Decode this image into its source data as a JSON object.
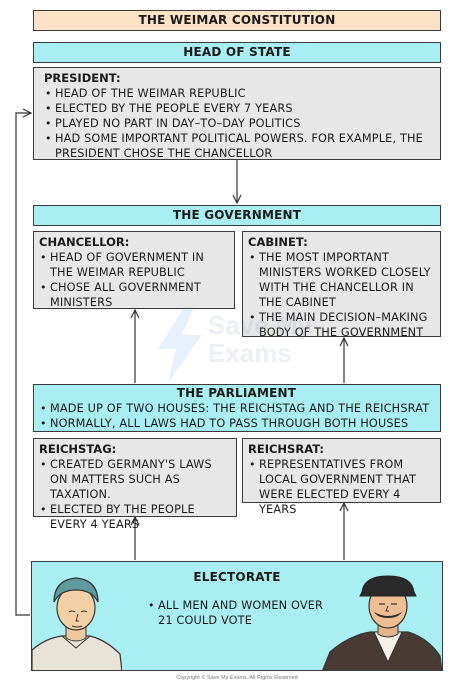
{
  "title": "THE WEIMAR CONSTITUTION",
  "head_of_state": {
    "header": "HEAD OF STATE",
    "president_label": "PRESIDENT:",
    "points": [
      "HEAD OF THE WEIMAR REPUBLIC",
      "ELECTED BY THE PEOPLE EVERY 7 YEARS",
      "PLAYED NO PART IN DAY–TO–DAY POLITICS",
      "HAD SOME IMPORTANT POLITICAL POWERS. FOR EXAMPLE, THE PRESIDENT CHOSE THE CHANCELLOR"
    ]
  },
  "government": {
    "header": "THE GOVERNMENT",
    "chancellor": {
      "label": "CHANCELLOR:",
      "points": [
        "HEAD OF GOVERNMENT IN THE WEIMAR REPUBLIC",
        "CHOSE ALL GOVERNMENT MINISTERS"
      ]
    },
    "cabinet": {
      "label": "CABINET:",
      "points": [
        "THE MOST IMPORTANT MINISTERS WORKED CLOSELY WITH THE CHANCELLOR IN THE CABINET",
        "THE MAIN DECISION–MAKING BODY OF THE GOVERNMENT"
      ]
    }
  },
  "parliament": {
    "header": "THE PARLIAMENT",
    "points": [
      "MADE UP OF TWO HOUSES: THE REICHSTAG AND THE REICHSRAT",
      "NORMALLY, ALL LAWS HAD TO PASS THROUGH BOTH HOUSES"
    ],
    "reichstag": {
      "label": "REICHSTAG:",
      "points": [
        "CREATED GERMANY'S LAWS ON MATTERS SUCH AS TAXATION.",
        "ELECTED BY THE PEOPLE EVERY 4 YEARS"
      ]
    },
    "reichsrat": {
      "label": "REICHSRAT:",
      "points": [
        "REPRESENTATIVES FROM LOCAL GOVERNMENT THAT WERE ELECTED EVERY 4 YEARS"
      ]
    }
  },
  "electorate": {
    "header": "ELECTORATE",
    "points": [
      "ALL MEN AND WOMEN OVER 21 COULD VOTE"
    ]
  },
  "watermark": "Save My Exams",
  "copyright": "Copyright © Save My Exams. All Rights Reserved",
  "colors": {
    "cyan": "#a8eef2",
    "grey": "#e7e7e7",
    "peach": "#fde3c6"
  }
}
